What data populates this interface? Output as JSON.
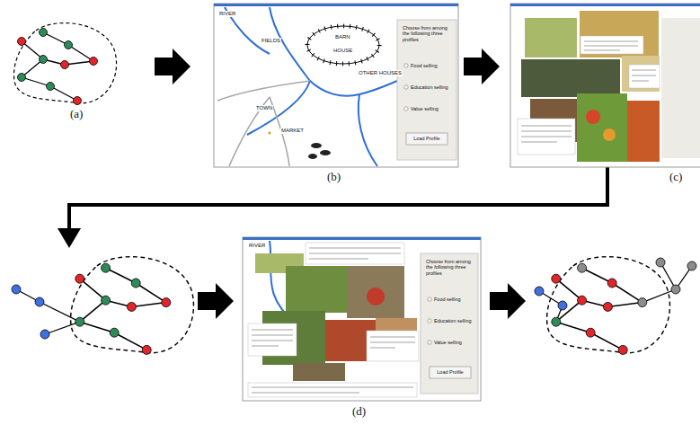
{
  "diagram": {
    "labels": [
      "(a)",
      "(b)",
      "(c)",
      "(d)",
      "RIVER",
      "FIELDS",
      "BARN",
      "HOUSE",
      "OTHER HOUSES",
      "TOWN",
      "MARKET",
      "Choose from among the following three profiles",
      "Food selling",
      "Education selling",
      "Value selling",
      "Load Profile",
      "RIVER",
      "Choose from among the following three profiles",
      "Food selling",
      "Education selling",
      "Value selling",
      "Load Profile"
    ]
  }
}
